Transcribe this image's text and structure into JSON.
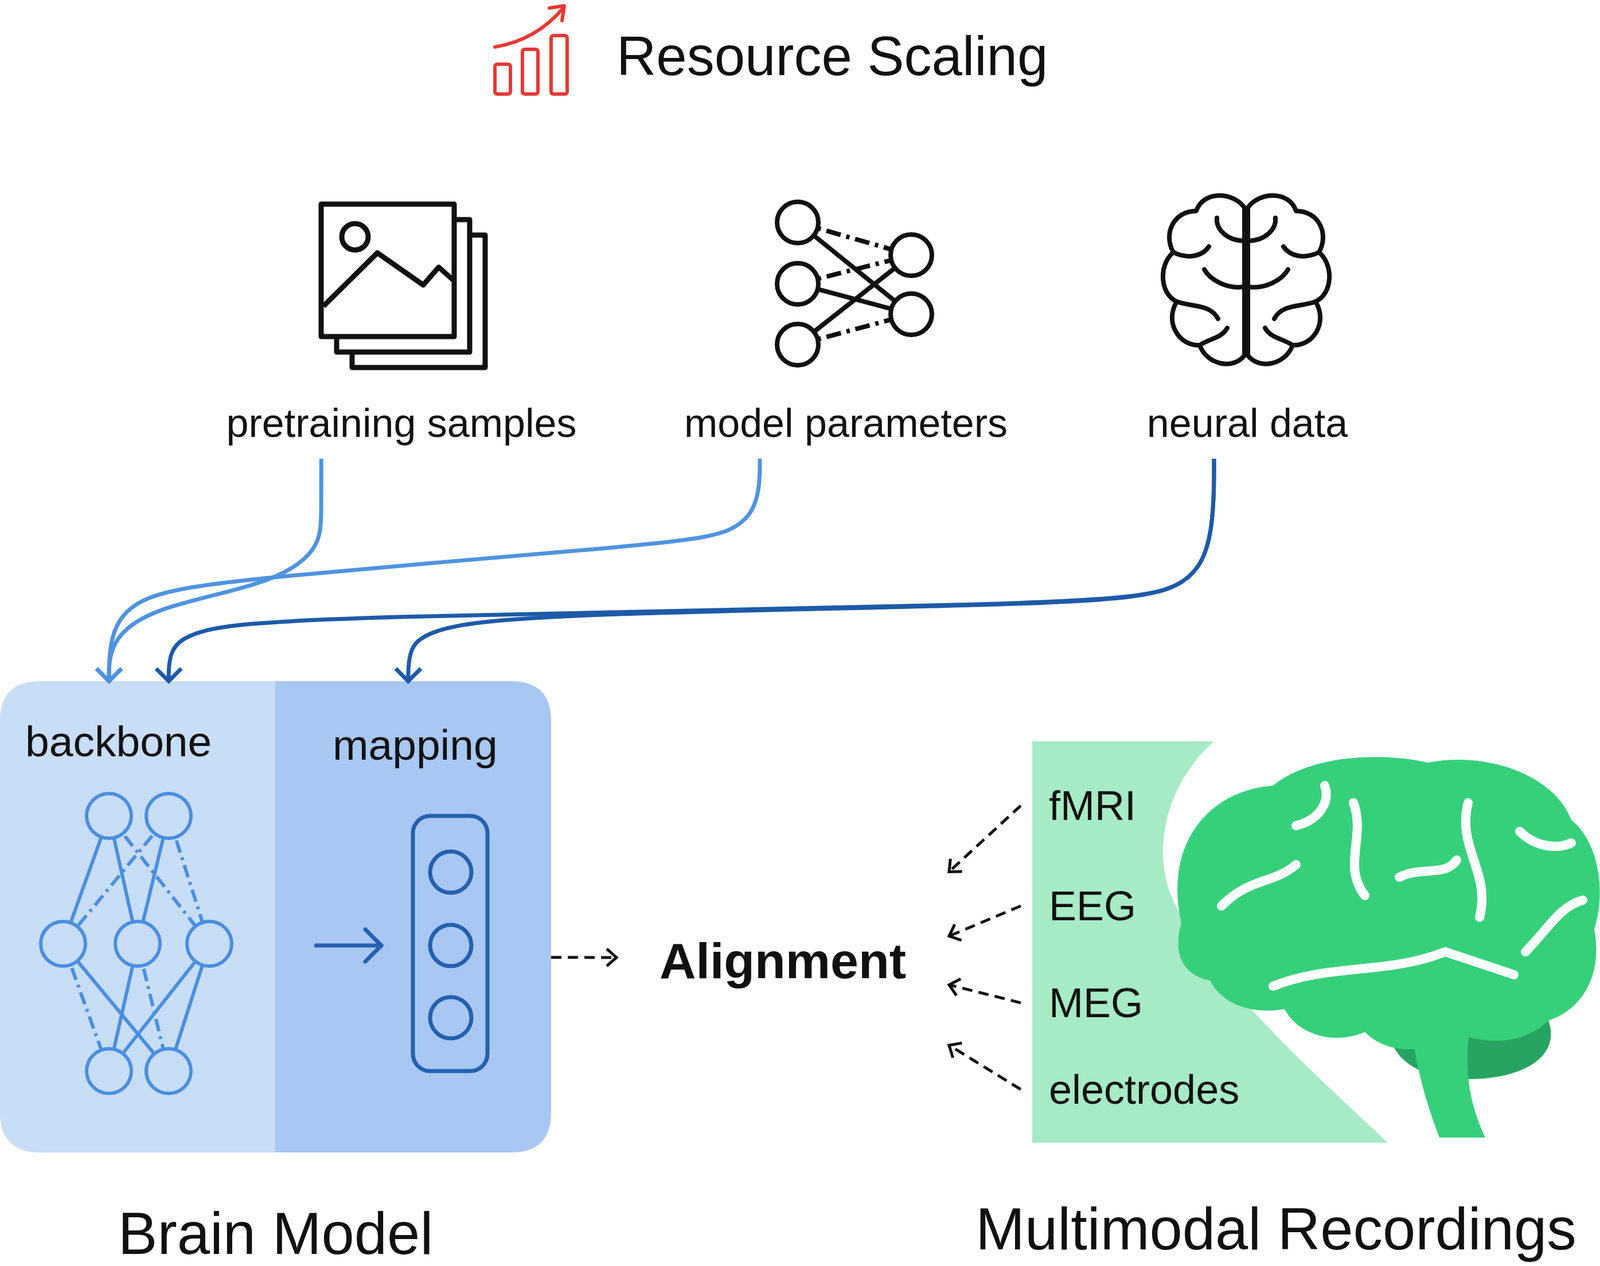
{
  "diagram": {
    "title": "Resource Scaling",
    "nodes": [
      {
        "text": [
          "pretraining samples"
        ]
      },
      {
        "text": [
          "model parameters"
        ]
      },
      {
        "text": [
          "neural data"
        ]
      },
      {
        "text": [
          "Brain Model"
        ]
      },
      {
        "text": [
          "backbone"
        ],
        "in": 3
      },
      {
        "text": [
          "mapping"
        ],
        "in": 3
      },
      {
        "text": [
          "Alignment"
        ]
      },
      {
        "text": [
          "Multimodal Recordings"
        ]
      },
      {
        "text": [
          "fMRI"
        ],
        "in": 7
      },
      {
        "text": [
          "EEG"
        ],
        "in": 7
      },
      {
        "text": [
          "MEG"
        ],
        "in": 7
      },
      {
        "text": [
          "electrodes"
        ],
        "in": 7
      }
    ],
    "edges": [
      {
        "from": 0,
        "to": 4,
        "arrow": "to"
      },
      {
        "from": 1,
        "to": 4,
        "arrow": "to"
      },
      {
        "from": 2,
        "to": 4,
        "arrow": "to"
      },
      {
        "from": 2,
        "to": 5,
        "arrow": "to"
      },
      {
        "from": 5,
        "to": 6,
        "arrow": "to"
      },
      {
        "from": 8,
        "to": 6,
        "arrow": "to"
      },
      {
        "from": 9,
        "to": 6,
        "arrow": "to"
      },
      {
        "from": 10,
        "to": 6,
        "arrow": "to"
      },
      {
        "from": 11,
        "to": 6,
        "arrow": "to"
      }
    ]
  }
}
